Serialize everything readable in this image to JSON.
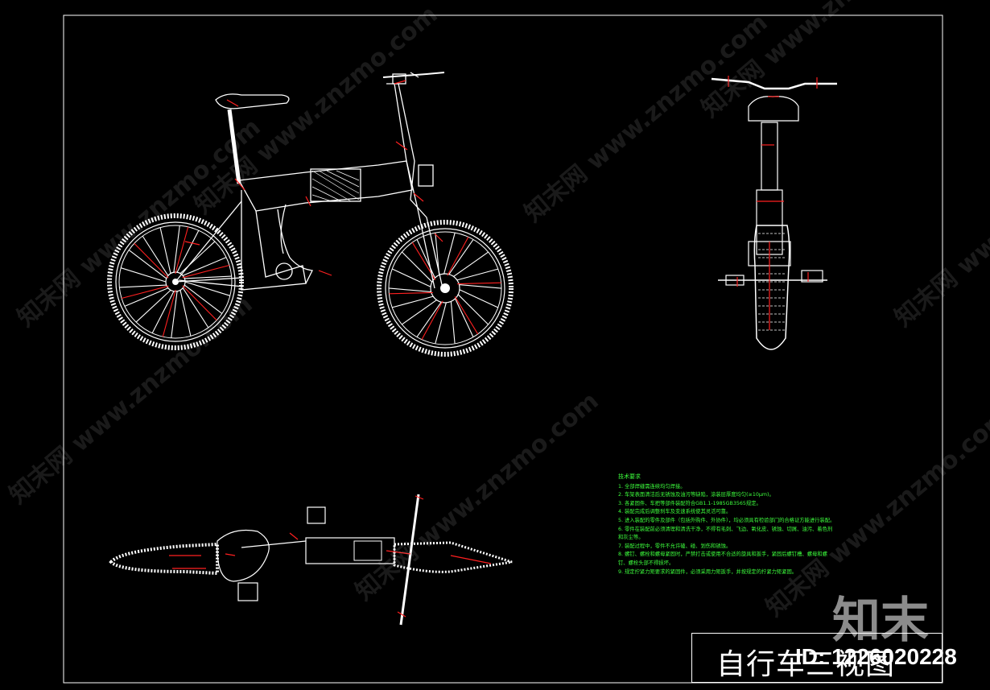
{
  "drawing": {
    "title": "自行车三视图",
    "id_label": "ID: 1226020228",
    "brand_logo": "知末"
  },
  "watermarks": [
    "知末网 www.znzmo.com",
    "知末网 www.znzmo.com",
    "知末网 www.znzmo.com",
    "知末网 www.znzmo.com",
    "知末网 www.znzmo.com",
    "知末网 www.znzmo.com",
    "知末网 www.znzmo.com",
    "知末网 www.znzmo.com"
  ],
  "notes": {
    "heading": "技术要求",
    "items": [
      "1. 全部焊缝需连续均匀焊接。",
      "2. 车架表面清洁后无锈蚀及油污等缺陷，涂装层厚度均匀(≥10μm)。",
      "3. 各紧固件、车把等部件装配符合GB1.1-1985GB3565规定。",
      "4. 装配完成后调整刹车及变速系统使其灵活可靠。",
      "5. 进入装配的零件及部件（包括外购件、外协件），均必须具有检验部门的合格证方能进行装配。",
      "6. 零件在装配前必须清理和清洗干净，不得有毛刺、飞边、氧化皮、锈蚀、切屑、油污、着色剂和灰尘等。",
      "7. 装配过程中，零件不允许磕、碰、划伤和锈蚀。",
      "8. 螺钉、螺栓和螺母紧固时，严禁打击或使用不合适的旋具和扳手，紧固后螺钉槽、螺母和螺钉、螺栓头部不得损坏。",
      "9. 规定拧紧力矩要求的紧固件，必须采用力矩扳手，并按规定的拧紧力矩紧固。"
    ]
  },
  "colors": {
    "background": "#000000",
    "line": "#ffffff",
    "dimension": "#ff2020",
    "note_text": "#3dff3d"
  }
}
